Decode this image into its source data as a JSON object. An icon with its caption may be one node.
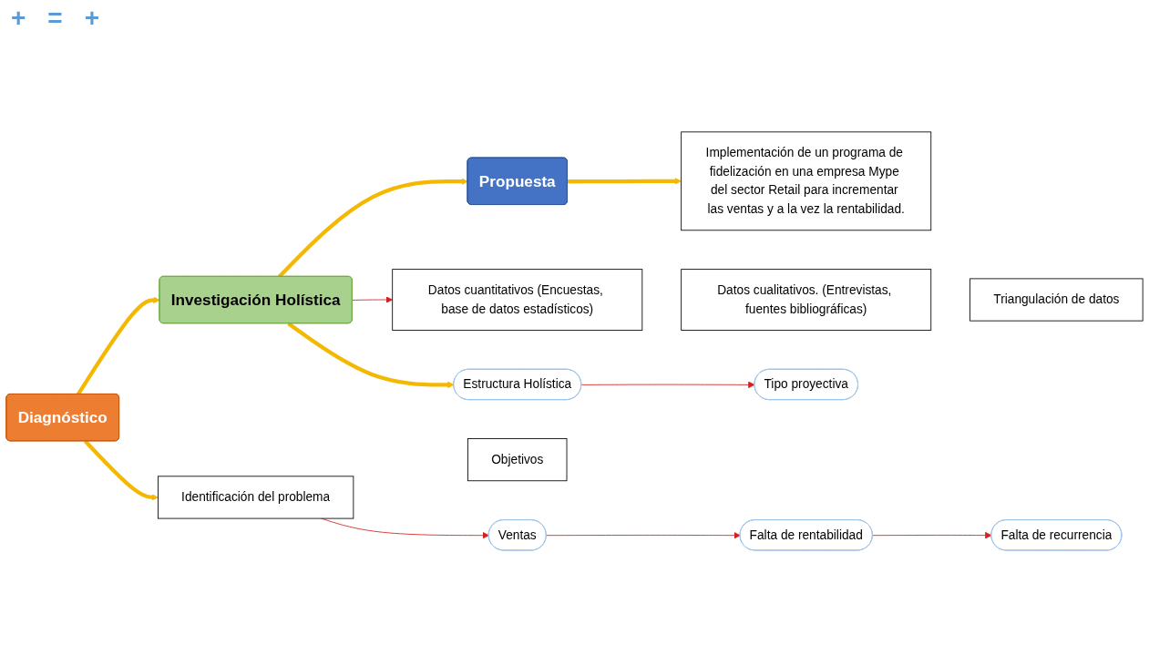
{
  "diagram": {
    "nodes": [
      {
        "text": [
          "Propuesta"
        ]
      },
      {
        "text": [
          "Implementación de un programa de fidelización en una empresa Mype del sector Retail para incrementar las ventas y a la vez la rentabilidad."
        ]
      },
      {
        "text": [
          "Investigación Holística"
        ]
      },
      {
        "text": [
          "Diagnóstico"
        ]
      },
      {
        "text": [
          "Datos cuantitativos (Encuestas, base de datos estadísticos)"
        ]
      },
      {
        "text": [
          "Datos cualitativos. (Entrevistas, fuentes bibliográficas)"
        ]
      },
      {
        "text": [
          "Triangulación de datos"
        ]
      },
      {
        "text": [
          "Estructura Holística"
        ]
      },
      {
        "text": [
          "Tipo proyectiva"
        ]
      },
      {
        "text": [
          "Identificación del problema"
        ]
      },
      {
        "text": [
          "Objetivos"
        ]
      },
      {
        "text": [
          "Ventas"
        ]
      },
      {
        "text": [
          "Falta de rentabilidad"
        ]
      },
      {
        "text": [
          "Falta de recurrencia"
        ]
      }
    ],
    "edges": [
      {
        "from": 0,
        "to": 1,
        "arrow": "to",
        "style": "thick",
        "color": "#f5b800"
      },
      {
        "from": 3,
        "to": 2,
        "arrow": "to",
        "style": "thick",
        "color": "#f5b800"
      },
      {
        "from": 2,
        "to": 0,
        "arrow": "to",
        "style": "thick",
        "color": "#f5b800"
      },
      {
        "from": 2,
        "to": 4,
        "arrow": "to",
        "color": "#d42020"
      },
      {
        "from": 2,
        "to": 7,
        "arrow": "to",
        "style": "thick",
        "color": "#f5b800"
      },
      {
        "from": 7,
        "to": 8,
        "arrow": "to",
        "color": "#d42020"
      },
      {
        "from": 3,
        "to": 9,
        "arrow": "to",
        "style": "thick",
        "color": "#f5b800"
      },
      {
        "from": 9,
        "to": 11,
        "arrow": "to",
        "color": "#d42020"
      },
      {
        "from": 11,
        "to": 12,
        "arrow": "to",
        "color": "#d42020"
      },
      {
        "from": 12,
        "to": 13,
        "arrow": "to",
        "color": "#d42020"
      }
    ],
    "labels": [
      "+",
      "=",
      "+"
    ]
  }
}
